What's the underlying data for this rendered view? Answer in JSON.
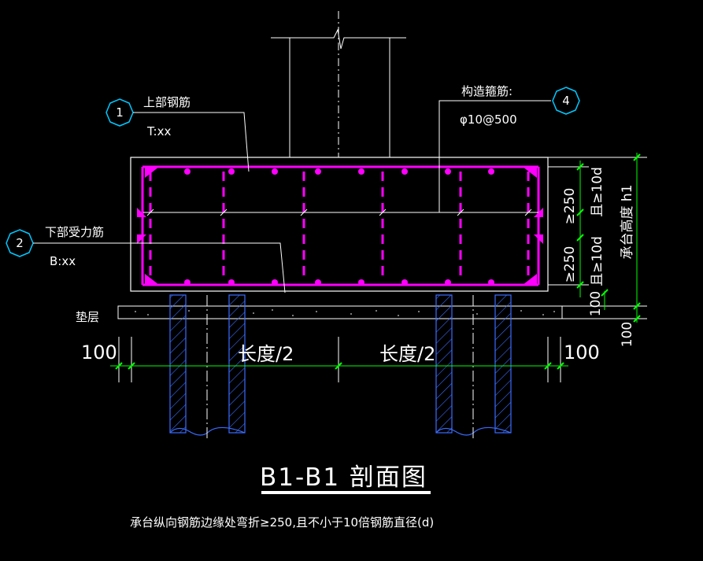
{
  "labels": {
    "top_rebar_title": "上部钢筋",
    "top_rebar_value": "T:xx",
    "bottom_rebar_title": "下部受力筋",
    "bottom_rebar_value": "B:xx",
    "stirrup_title": "构造箍筋:",
    "stirrup_value": "φ10@500",
    "cushion": "垫层"
  },
  "callouts": {
    "c1": "1",
    "c2": "2",
    "c4": "4"
  },
  "dimensions": {
    "left_100": "100",
    "right_100": "100",
    "half_length_left": "长度/2",
    "half_length_right": "长度/2",
    "ge250_top": "≥250",
    "ge10d_top": "且≥10d",
    "ge250_bottom": "≥250",
    "ge10d_bottom": "且≥10d",
    "cap_height": "承台高度 h1",
    "cushion_100_a": "100",
    "cushion_100_b": "100"
  },
  "title": "B1-B1  剖面图",
  "note": "承台纵向钢筋边缘处弯折≥250,且不小于10倍钢筋直径(d)",
  "colors": {
    "background": "#000000",
    "lines": "#ffffff",
    "rebar": "#ff00ff",
    "dimension": "#00ff00",
    "callout": "#00c8ff",
    "pile": "#3a6cff"
  }
}
